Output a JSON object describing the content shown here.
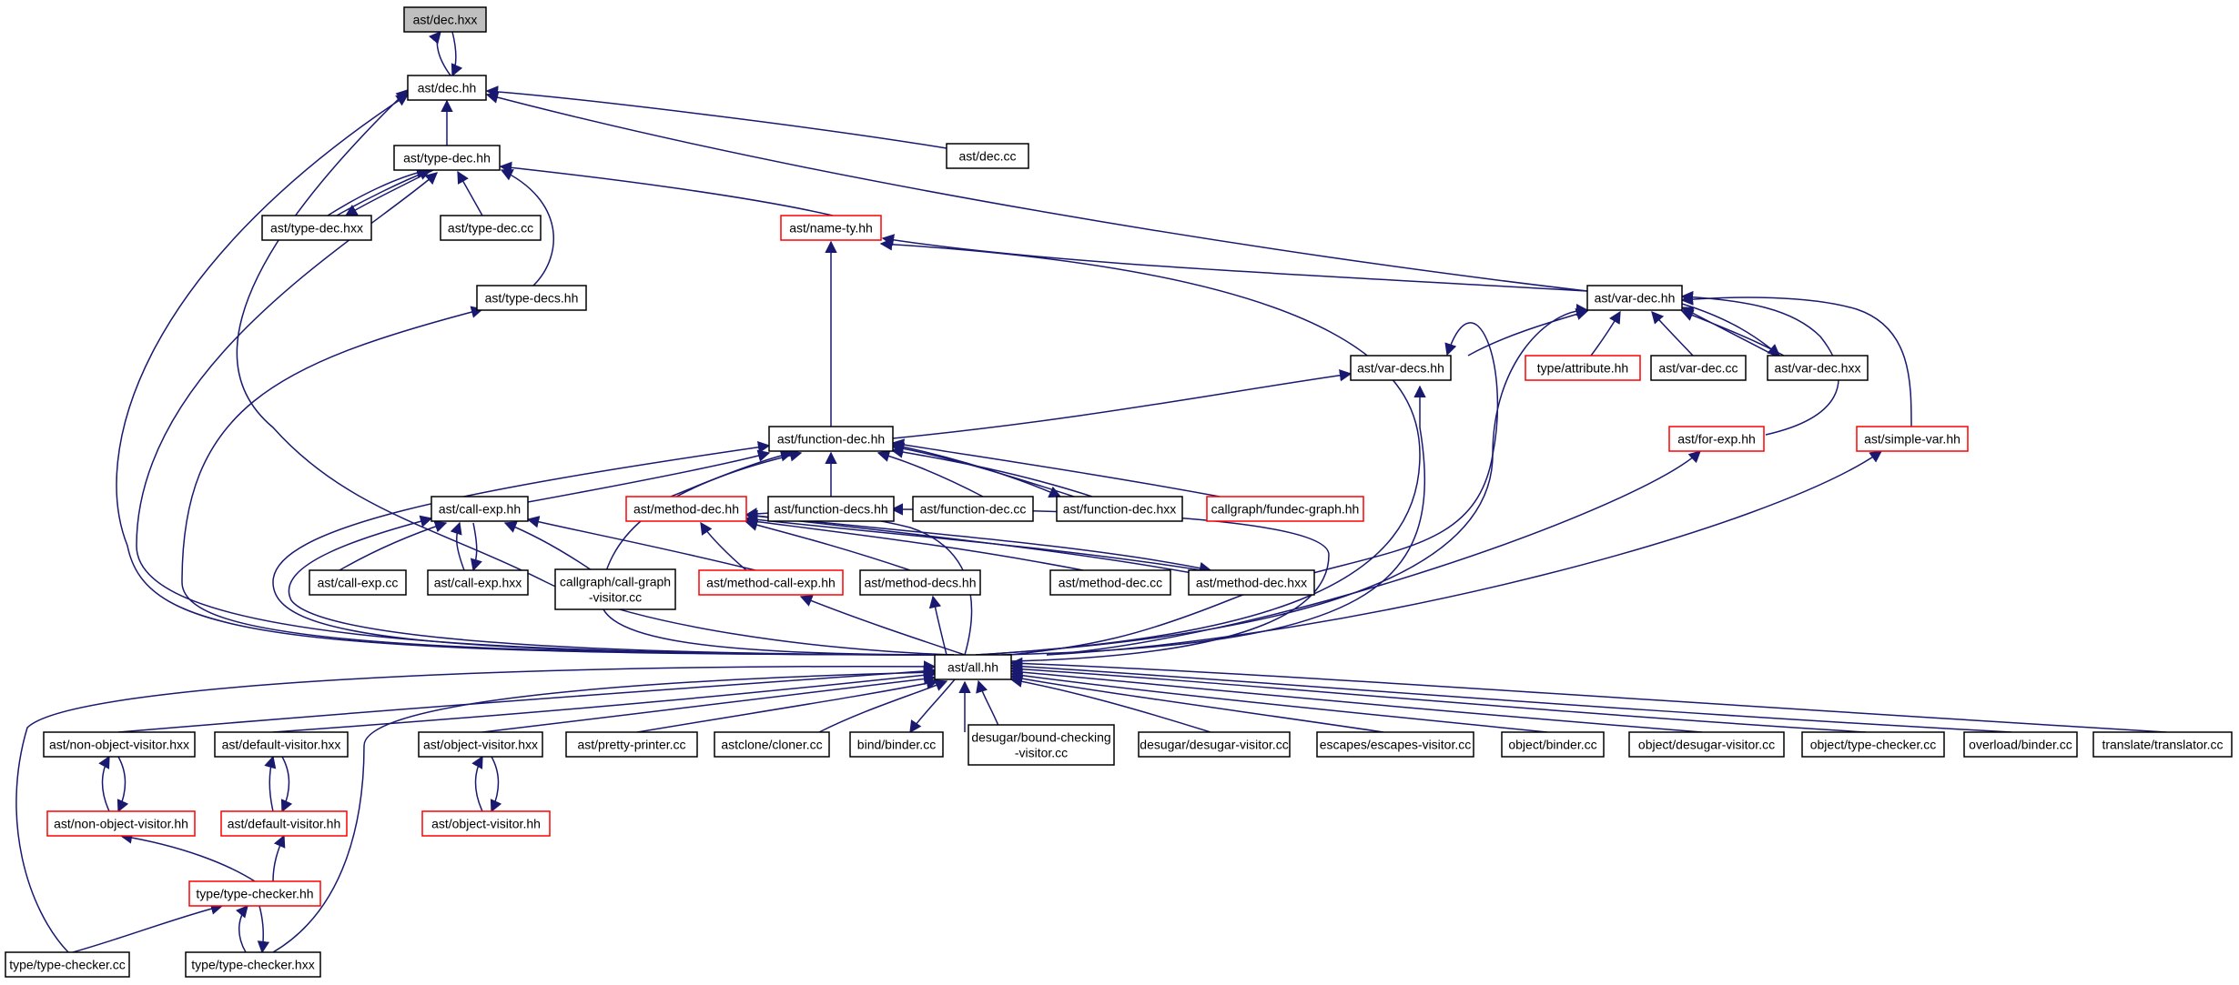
{
  "graph": {
    "edge_color": "#191970",
    "node_border": "#000000",
    "node_border_incomplete": "#ff0000",
    "current_node_fill": "#bfbfbf",
    "nodes": [
      {
        "id": "dec_hxx",
        "label": [
          "ast/dec.hxx"
        ],
        "style": "current"
      },
      {
        "id": "dec_hh",
        "label": [
          "ast/dec.hh"
        ],
        "style": "normal"
      },
      {
        "id": "type_dec_hh",
        "label": [
          "ast/type-dec.hh"
        ],
        "style": "normal"
      },
      {
        "id": "dec_cc",
        "label": [
          "ast/dec.cc"
        ],
        "style": "normal"
      },
      {
        "id": "type_dec_hxx",
        "label": [
          "ast/type-dec.hxx"
        ],
        "style": "normal"
      },
      {
        "id": "type_dec_cc",
        "label": [
          "ast/type-dec.cc"
        ],
        "style": "normal"
      },
      {
        "id": "name_ty_hh",
        "label": [
          "ast/name-ty.hh"
        ],
        "style": "red"
      },
      {
        "id": "type_decs_hh",
        "label": [
          "ast/type-decs.hh"
        ],
        "style": "normal"
      },
      {
        "id": "var_dec_hh",
        "label": [
          "ast/var-dec.hh"
        ],
        "style": "normal"
      },
      {
        "id": "var_decs_hh",
        "label": [
          "ast/var-decs.hh"
        ],
        "style": "normal"
      },
      {
        "id": "attribute_hh",
        "label": [
          "type/attribute.hh"
        ],
        "style": "red"
      },
      {
        "id": "var_dec_cc",
        "label": [
          "ast/var-dec.cc"
        ],
        "style": "normal"
      },
      {
        "id": "var_dec_hxx",
        "label": [
          "ast/var-dec.hxx"
        ],
        "style": "normal"
      },
      {
        "id": "for_exp_hh",
        "label": [
          "ast/for-exp.hh"
        ],
        "style": "red"
      },
      {
        "id": "simple_var_hh",
        "label": [
          "ast/simple-var.hh"
        ],
        "style": "red"
      },
      {
        "id": "function_dec_hh",
        "label": [
          "ast/function-dec.hh"
        ],
        "style": "normal"
      },
      {
        "id": "call_exp_hh",
        "label": [
          "ast/call-exp.hh"
        ],
        "style": "normal"
      },
      {
        "id": "method_dec_hh",
        "label": [
          "ast/method-dec.hh"
        ],
        "style": "red"
      },
      {
        "id": "function_decs_hh",
        "label": [
          "ast/function-decs.hh"
        ],
        "style": "normal"
      },
      {
        "id": "function_dec_cc",
        "label": [
          "ast/function-dec.cc"
        ],
        "style": "normal"
      },
      {
        "id": "function_dec_hxx",
        "label": [
          "ast/function-dec.hxx"
        ],
        "style": "normal"
      },
      {
        "id": "fundec_graph_hh",
        "label": [
          "callgraph/fundec-graph.hh"
        ],
        "style": "red"
      },
      {
        "id": "call_exp_cc",
        "label": [
          "ast/call-exp.cc"
        ],
        "style": "normal"
      },
      {
        "id": "call_exp_hxx",
        "label": [
          "ast/call-exp.hxx"
        ],
        "style": "normal"
      },
      {
        "id": "call_graph_visitor_cc",
        "label": [
          "callgraph/call-graph",
          "-visitor.cc"
        ],
        "style": "normal"
      },
      {
        "id": "method_call_exp_hh",
        "label": [
          "ast/method-call-exp.hh"
        ],
        "style": "red"
      },
      {
        "id": "method_decs_hh",
        "label": [
          "ast/method-decs.hh"
        ],
        "style": "normal"
      },
      {
        "id": "method_dec_cc",
        "label": [
          "ast/method-dec.cc"
        ],
        "style": "normal"
      },
      {
        "id": "method_dec_hxx",
        "label": [
          "ast/method-dec.hxx"
        ],
        "style": "normal"
      },
      {
        "id": "all_hh",
        "label": [
          "ast/all.hh"
        ],
        "style": "normal"
      },
      {
        "id": "non_object_visitor_hxx",
        "label": [
          "ast/non-object-visitor.hxx"
        ],
        "style": "normal"
      },
      {
        "id": "default_visitor_hxx",
        "label": [
          "ast/default-visitor.hxx"
        ],
        "style": "normal"
      },
      {
        "id": "object_visitor_hxx",
        "label": [
          "ast/object-visitor.hxx"
        ],
        "style": "normal"
      },
      {
        "id": "pretty_printer_cc",
        "label": [
          "ast/pretty-printer.cc"
        ],
        "style": "normal"
      },
      {
        "id": "cloner_cc",
        "label": [
          "astclone/cloner.cc"
        ],
        "style": "normal"
      },
      {
        "id": "bind_binder_cc",
        "label": [
          "bind/binder.cc"
        ],
        "style": "normal"
      },
      {
        "id": "bound_checking_visitor_cc",
        "label": [
          "desugar/bound-checking",
          "-visitor.cc"
        ],
        "style": "normal"
      },
      {
        "id": "desugar_visitor_cc",
        "label": [
          "desugar/desugar-visitor.cc"
        ],
        "style": "normal"
      },
      {
        "id": "escapes_visitor_cc",
        "label": [
          "escapes/escapes-visitor.cc"
        ],
        "style": "normal"
      },
      {
        "id": "object_binder_cc",
        "label": [
          "object/binder.cc"
        ],
        "style": "normal"
      },
      {
        "id": "object_desugar_visitor_cc",
        "label": [
          "object/desugar-visitor.cc"
        ],
        "style": "normal"
      },
      {
        "id": "object_type_checker_cc",
        "label": [
          "object/type-checker.cc"
        ],
        "style": "normal"
      },
      {
        "id": "overload_binder_cc",
        "label": [
          "overload/binder.cc"
        ],
        "style": "normal"
      },
      {
        "id": "translator_cc",
        "label": [
          "translate/translator.cc"
        ],
        "style": "normal"
      },
      {
        "id": "non_object_visitor_hh",
        "label": [
          "ast/non-object-visitor.hh"
        ],
        "style": "red"
      },
      {
        "id": "default_visitor_hh",
        "label": [
          "ast/default-visitor.hh"
        ],
        "style": "red"
      },
      {
        "id": "object_visitor_hh",
        "label": [
          "ast/object-visitor.hh"
        ],
        "style": "red"
      },
      {
        "id": "type_checker_hh",
        "label": [
          "type/type-checker.hh"
        ],
        "style": "red"
      },
      {
        "id": "type_checker_cc",
        "label": [
          "type/type-checker.cc"
        ],
        "style": "normal"
      },
      {
        "id": "type_checker_hxx",
        "label": [
          "type/type-checker.hxx"
        ],
        "style": "normal"
      }
    ]
  }
}
